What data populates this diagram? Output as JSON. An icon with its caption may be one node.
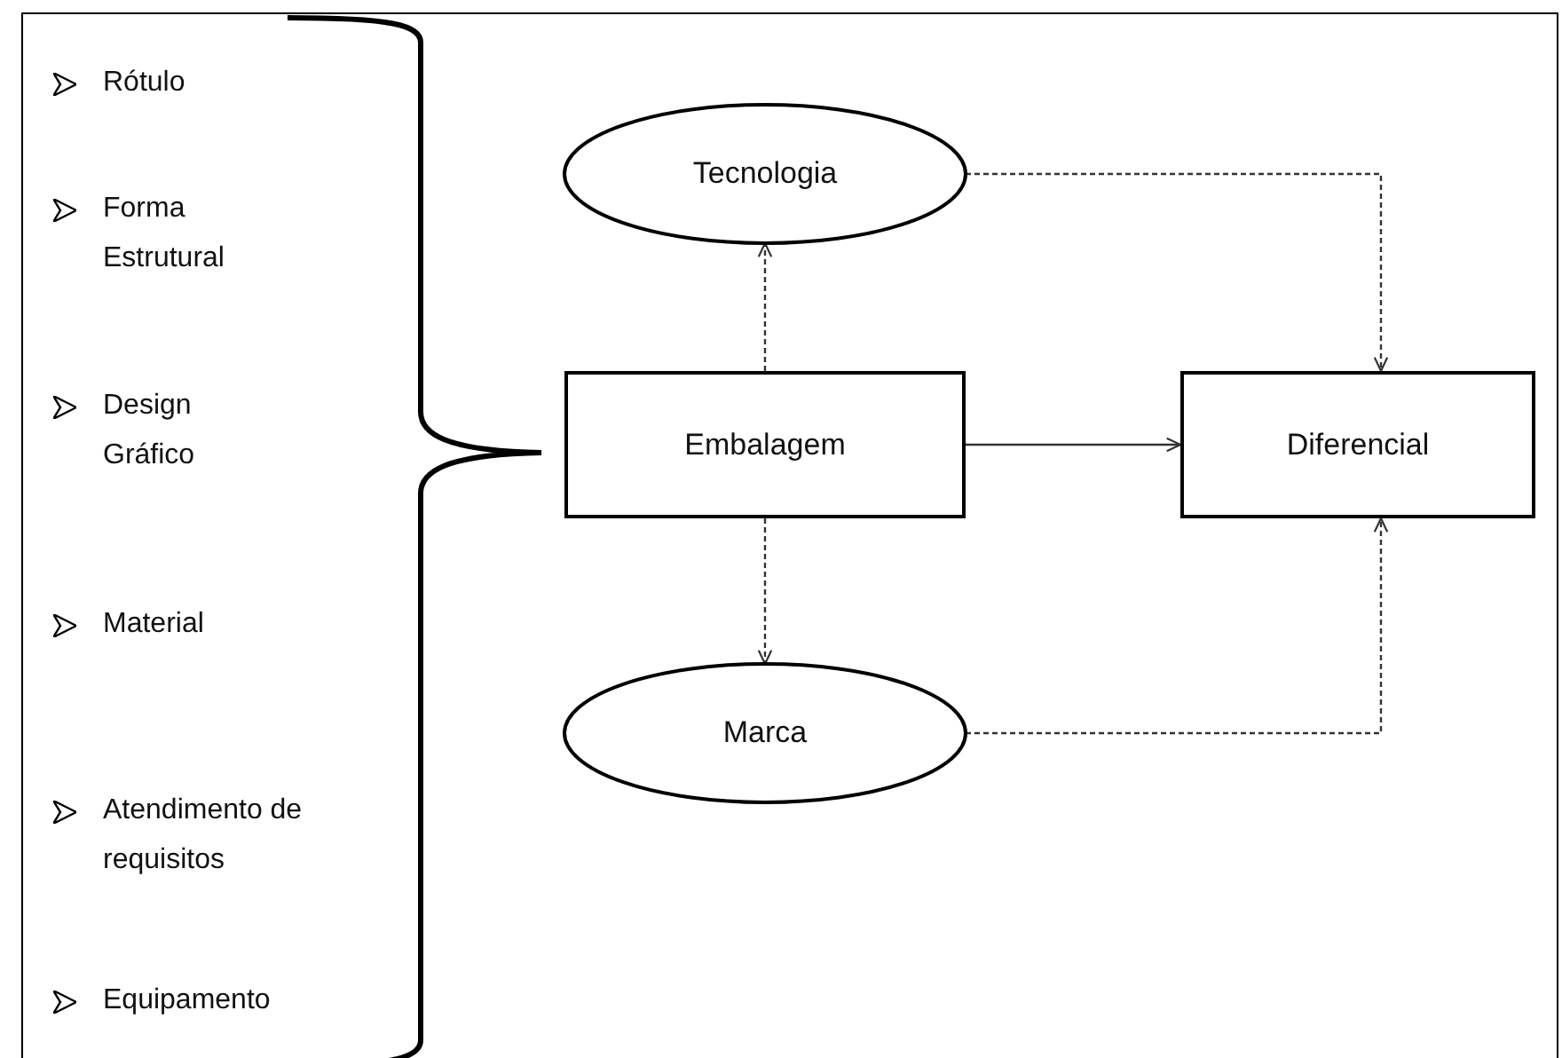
{
  "diagram": {
    "nodes": [
      {
        "text": [
          "Tecnologia"
        ]
      },
      {
        "text": [
          "Embalagem"
        ]
      },
      {
        "text": [
          "Diferencial"
        ]
      },
      {
        "text": [
          "Marca"
        ]
      }
    ],
    "edges": [
      {
        "from": 1,
        "to": 0,
        "arrow": "to",
        "style": "dashed"
      },
      {
        "from": 1,
        "to": 2,
        "arrow": "to"
      },
      {
        "from": 1,
        "to": 3,
        "arrow": "to",
        "style": "dashed"
      },
      {
        "from": 0,
        "to": 2,
        "arrow": "to",
        "style": "dashed"
      },
      {
        "from": 3,
        "to": 2,
        "arrow": "to",
        "style": "dashed"
      }
    ],
    "labels": [
      "Rótulo",
      "Forma Estrutural",
      "Design Gráfico",
      "Material",
      "Atendimento de requisitos",
      "Equipamento"
    ]
  }
}
